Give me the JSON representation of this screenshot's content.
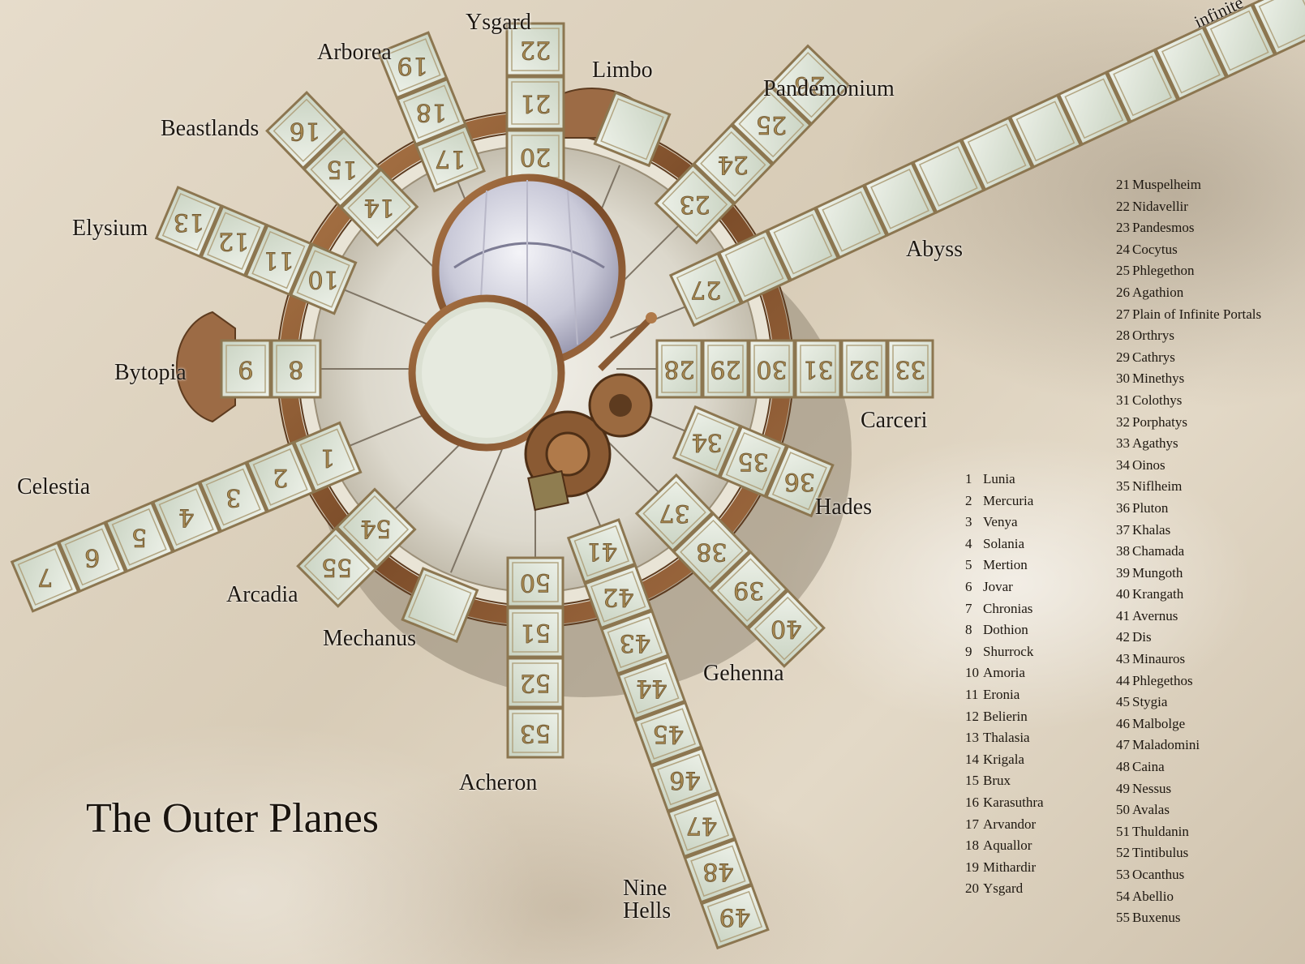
{
  "title": "The Outer Planes",
  "colors": {
    "tile_fill": "#dbe3d4",
    "tile_border": "#8c7650",
    "ring_bronze": "#8a5a33",
    "ink": "#1d1710"
  },
  "planes": [
    {
      "label": "Ysgard",
      "layers": [
        "20",
        "21",
        "22"
      ]
    },
    {
      "label": "Limbo",
      "layers": [
        ""
      ]
    },
    {
      "label": "Pandemonium",
      "layers": [
        "23",
        "24",
        "25",
        "26"
      ]
    },
    {
      "label": "Abyss",
      "layers": [
        "27",
        "",
        "",
        "",
        "",
        "",
        "",
        "",
        "",
        "",
        "",
        "",
        "",
        "",
        "",
        "",
        "",
        "",
        ""
      ],
      "end_label": "infinite"
    },
    {
      "label": "Carceri",
      "layers": [
        "28",
        "29",
        "30",
        "31",
        "32",
        "33"
      ]
    },
    {
      "label": "Hades",
      "layers": [
        "34",
        "35",
        "36"
      ]
    },
    {
      "label": "Gehenna",
      "layers": [
        "37",
        "38",
        "39",
        "40"
      ]
    },
    {
      "label": "Nine\nHells",
      "layers": [
        "41",
        "42",
        "43",
        "44",
        "45",
        "46",
        "47",
        "48",
        "49"
      ]
    },
    {
      "label": "Acheron",
      "layers": [
        "50",
        "51",
        "52",
        "53"
      ]
    },
    {
      "label": "Mechanus",
      "layers": [
        ""
      ]
    },
    {
      "label": "Arcadia",
      "layers": [
        "54",
        "55"
      ]
    },
    {
      "label": "Celestia",
      "layers": [
        "1",
        "2",
        "3",
        "4",
        "5",
        "6",
        "7"
      ]
    },
    {
      "label": "Bytopia",
      "layers": [
        "8",
        "9"
      ]
    },
    {
      "label": "Elysium",
      "layers": [
        "10",
        "11",
        "12",
        "13"
      ]
    },
    {
      "label": "Beastlands",
      "layers": [
        "14",
        "15",
        "16"
      ]
    },
    {
      "label": "Arborea",
      "layers": [
        "17",
        "18",
        "19"
      ]
    }
  ],
  "legend": [
    {
      "num": "1",
      "name": "Lunia"
    },
    {
      "num": "2",
      "name": "Mercuria"
    },
    {
      "num": "3",
      "name": "Venya"
    },
    {
      "num": "4",
      "name": "Solania"
    },
    {
      "num": "5",
      "name": "Mertion"
    },
    {
      "num": "6",
      "name": "Jovar"
    },
    {
      "num": "7",
      "name": "Chronias"
    },
    {
      "num": "8",
      "name": "Dothion"
    },
    {
      "num": "9",
      "name": "Shurrock"
    },
    {
      "num": "10",
      "name": "Amoria"
    },
    {
      "num": "11",
      "name": "Eronia"
    },
    {
      "num": "12",
      "name": "Belierin"
    },
    {
      "num": "13",
      "name": "Thalasia"
    },
    {
      "num": "14",
      "name": "Krigala"
    },
    {
      "num": "15",
      "name": "Brux"
    },
    {
      "num": "16",
      "name": "Karasuthra"
    },
    {
      "num": "17",
      "name": "Arvandor"
    },
    {
      "num": "18",
      "name": "Aquallor"
    },
    {
      "num": "19",
      "name": "Mithardir"
    },
    {
      "num": "20",
      "name": "Ysgard"
    },
    {
      "num": "21",
      "name": "Muspelheim"
    },
    {
      "num": "22",
      "name": "Nidavellir"
    },
    {
      "num": "23",
      "name": "Pandesmos"
    },
    {
      "num": "24",
      "name": "Cocytus"
    },
    {
      "num": "25",
      "name": "Phlegethon"
    },
    {
      "num": "26",
      "name": "Agathion"
    },
    {
      "num": "27",
      "name": "Plain of Infinite Portals"
    },
    {
      "num": "28",
      "name": "Orthrys"
    },
    {
      "num": "29",
      "name": "Cathrys"
    },
    {
      "num": "30",
      "name": "Minethys"
    },
    {
      "num": "31",
      "name": "Colothys"
    },
    {
      "num": "32",
      "name": "Porphatys"
    },
    {
      "num": "33",
      "name": "Agathys"
    },
    {
      "num": "34",
      "name": "Oinos"
    },
    {
      "num": "35",
      "name": "Niflheim"
    },
    {
      "num": "36",
      "name": "Pluton"
    },
    {
      "num": "37",
      "name": "Khalas"
    },
    {
      "num": "38",
      "name": "Chamada"
    },
    {
      "num": "39",
      "name": "Mungoth"
    },
    {
      "num": "40",
      "name": "Krangath"
    },
    {
      "num": "41",
      "name": "Avernus"
    },
    {
      "num": "42",
      "name": "Dis"
    },
    {
      "num": "43",
      "name": "Minauros"
    },
    {
      "num": "44",
      "name": "Phlegethos"
    },
    {
      "num": "45",
      "name": "Stygia"
    },
    {
      "num": "46",
      "name": "Malbolge"
    },
    {
      "num": "47",
      "name": "Maladomini"
    },
    {
      "num": "48",
      "name": "Caina"
    },
    {
      "num": "49",
      "name": "Nessus"
    },
    {
      "num": "50",
      "name": "Avalas"
    },
    {
      "num": "51",
      "name": "Thuldanin"
    },
    {
      "num": "52",
      "name": "Tintibulus"
    },
    {
      "num": "53",
      "name": "Ocanthus"
    },
    {
      "num": "54",
      "name": "Abellio"
    },
    {
      "num": "55",
      "name": "Buxenus"
    }
  ]
}
